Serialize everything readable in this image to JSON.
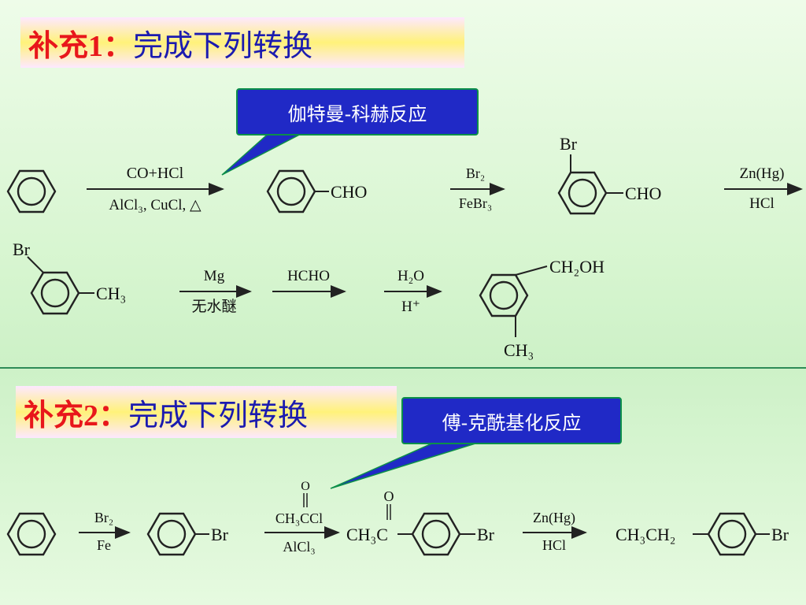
{
  "supplement1": {
    "label": "补充1：",
    "text": "完成下列转换",
    "callout": "伽特曼-科赫反应"
  },
  "supplement2": {
    "label": "补充2：",
    "text": "完成下列转换",
    "callout": "傅-克酰基化反应"
  },
  "reaction1": {
    "step1_top": "CO+HCl",
    "step1_bottom": "AlCl₃, CuCl, △",
    "product1_group": "CHO",
    "step2_top": "Br₂",
    "step2_bottom": "FeBr₃",
    "product2_sub": "Br",
    "product2_group": "CHO",
    "step3_top": "Zn(Hg)",
    "step3_bottom": "HCl",
    "row2_start_sub": "Br",
    "row2_start_group": "CH₃",
    "step4_top": "Mg",
    "step4_bottom": "无水醚",
    "step5_top": "HCHO",
    "step6_top": "H₂O",
    "step6_bottom": "H⁺",
    "final_group1": "CH₂OH",
    "final_group2": "CH₃"
  },
  "reaction2": {
    "step1_top": "Br₂",
    "step1_bottom": "Fe",
    "product1_group": "Br",
    "step2_top_o": "O",
    "step2_top": "CH₃CCl",
    "step2_bottom": "AlCl₃",
    "product2_o": "O",
    "product2_left": "CH₃C",
    "product2_right": "Br",
    "step3_top": "Zn(Hg)",
    "step3_bottom": "HCl",
    "product3_left": "CH₃CH₂",
    "product3_right": "Br"
  }
}
